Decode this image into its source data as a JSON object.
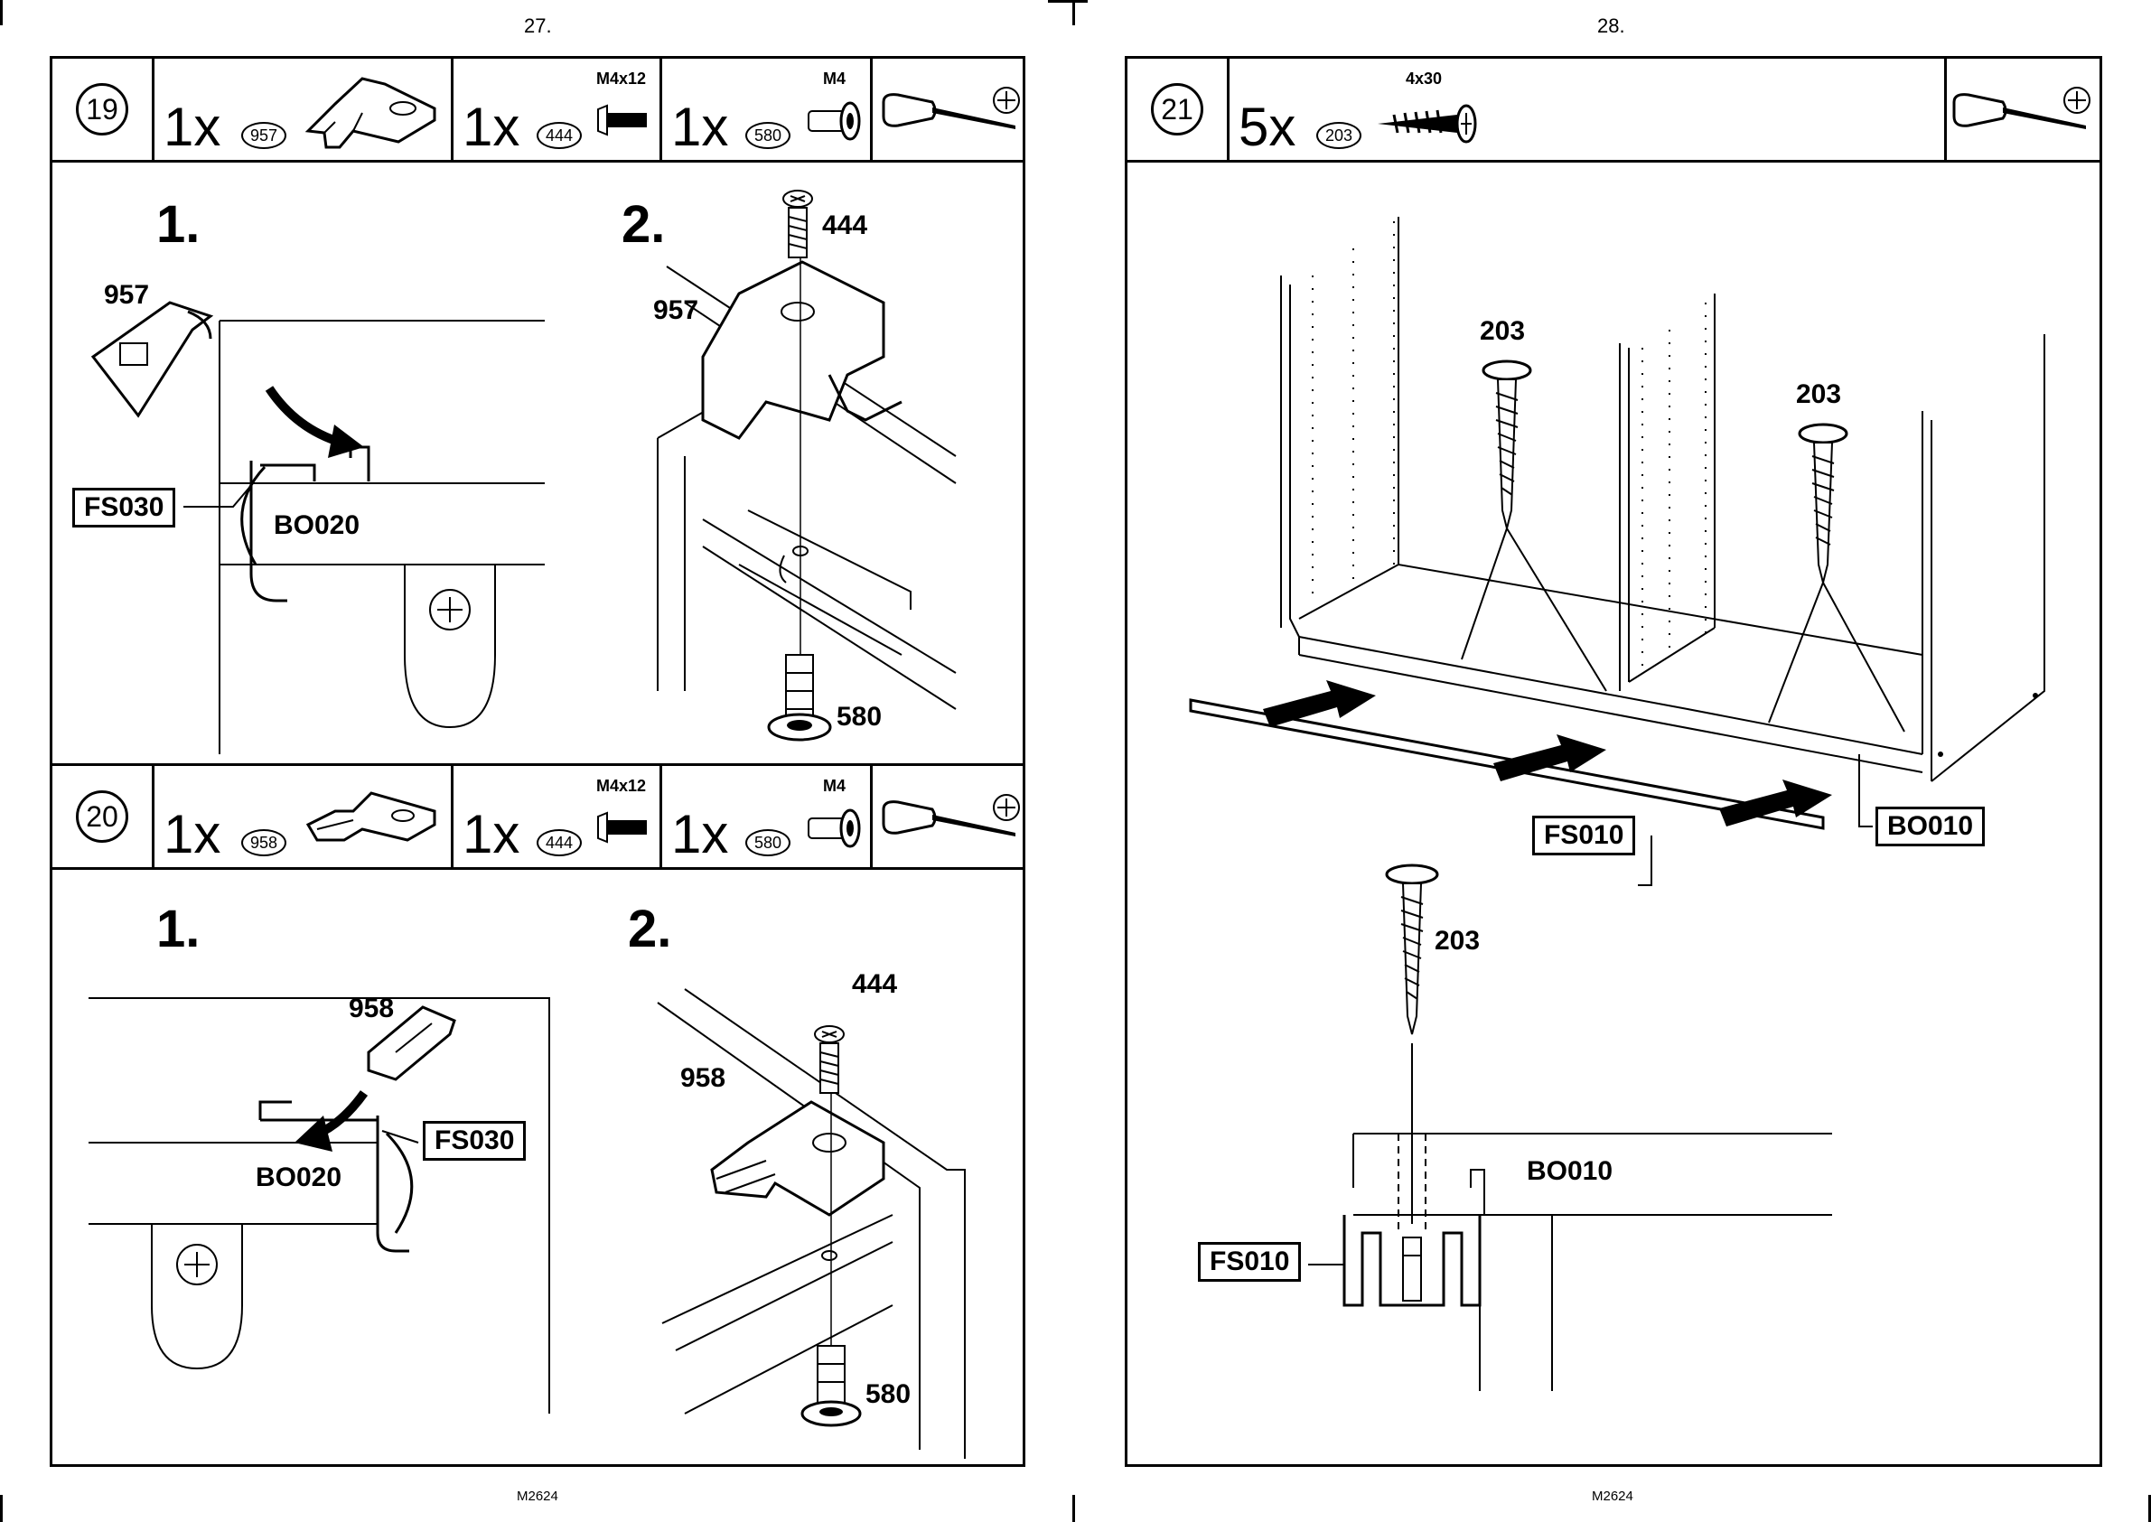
{
  "pages": [
    {
      "number": "27.",
      "footer": "M2624"
    },
    {
      "number": "28.",
      "footer": "M2624"
    }
  ],
  "step19": {
    "number": "19",
    "parts": [
      {
        "qty": "1x",
        "code": "957",
        "size": ""
      },
      {
        "qty": "1x",
        "code": "444",
        "size": "M4x12"
      },
      {
        "qty": "1x",
        "code": "580",
        "size": "M4"
      }
    ],
    "tool": "screwdriver-icon",
    "sub1": "1.",
    "sub2": "2.",
    "labels": {
      "p957a": "957",
      "fs030": "FS030",
      "bo020": "BO020",
      "p957b": "957",
      "p444": "444",
      "p580": "580"
    }
  },
  "step20": {
    "number": "20",
    "parts": [
      {
        "qty": "1x",
        "code": "958",
        "size": ""
      },
      {
        "qty": "1x",
        "code": "444",
        "size": "M4x12"
      },
      {
        "qty": "1x",
        "code": "580",
        "size": "M4"
      }
    ],
    "tool": "screwdriver-icon",
    "sub1": "1.",
    "sub2": "2.",
    "labels": {
      "p958a": "958",
      "fs030": "FS030",
      "bo020": "BO020",
      "p958b": "958",
      "p444": "444",
      "p580": "580"
    }
  },
  "step21": {
    "number": "21",
    "parts": [
      {
        "qty": "5x",
        "code": "203",
        "size": "4x30"
      }
    ],
    "tool": "screwdriver-icon",
    "labels": {
      "s203a": "203",
      "s203b": "203",
      "fs010a": "FS010",
      "bo010a": "BO010",
      "s203c": "203",
      "bo010b": "BO010",
      "fs010b": "FS010"
    }
  }
}
